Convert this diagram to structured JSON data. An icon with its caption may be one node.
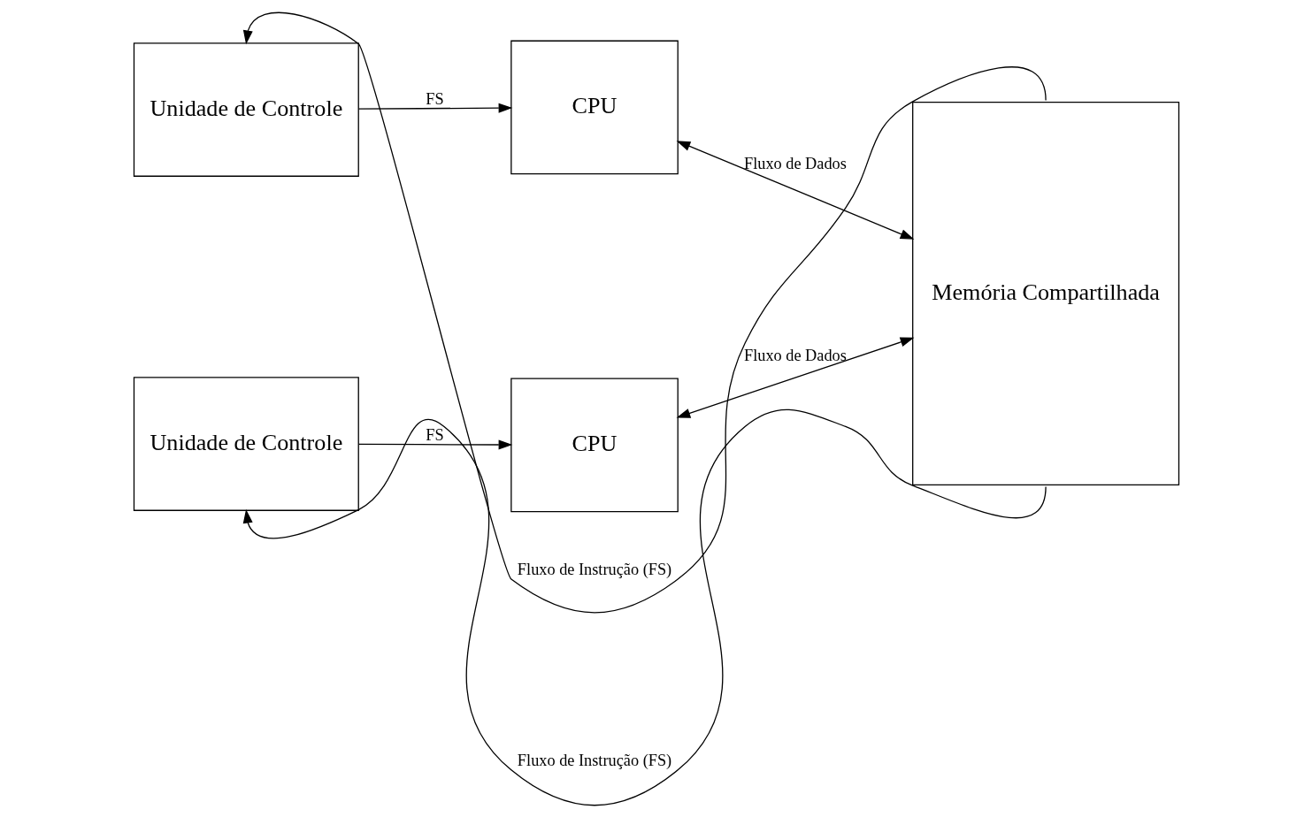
{
  "diagram": {
    "nodes": [
      {
        "text": [
          "Unidade de Controle"
        ]
      },
      {
        "text": [
          "CPU"
        ]
      },
      {
        "text": [
          "Memória Compartilhada"
        ]
      },
      {
        "text": [
          "Unidade de Controle"
        ]
      },
      {
        "text": [
          "CPU"
        ]
      }
    ],
    "edges": [
      {
        "from": 2,
        "to": 0,
        "arrow": "to",
        "label": "Fluxo de Instrução (FS)"
      },
      {
        "from": 0,
        "to": 1,
        "arrow": "to",
        "label": "FS"
      },
      {
        "from": 1,
        "to": 2,
        "arrow": "both",
        "label": "Fluxo de Dados"
      },
      {
        "from": 3,
        "to": 4,
        "arrow": "to",
        "label": "FS"
      },
      {
        "from": 4,
        "to": 2,
        "arrow": "both",
        "label": "Fluxo de Dados"
      },
      {
        "from": 2,
        "to": 3,
        "arrow": "to",
        "label": "Fluxo de Instrução (FS)"
      }
    ]
  }
}
